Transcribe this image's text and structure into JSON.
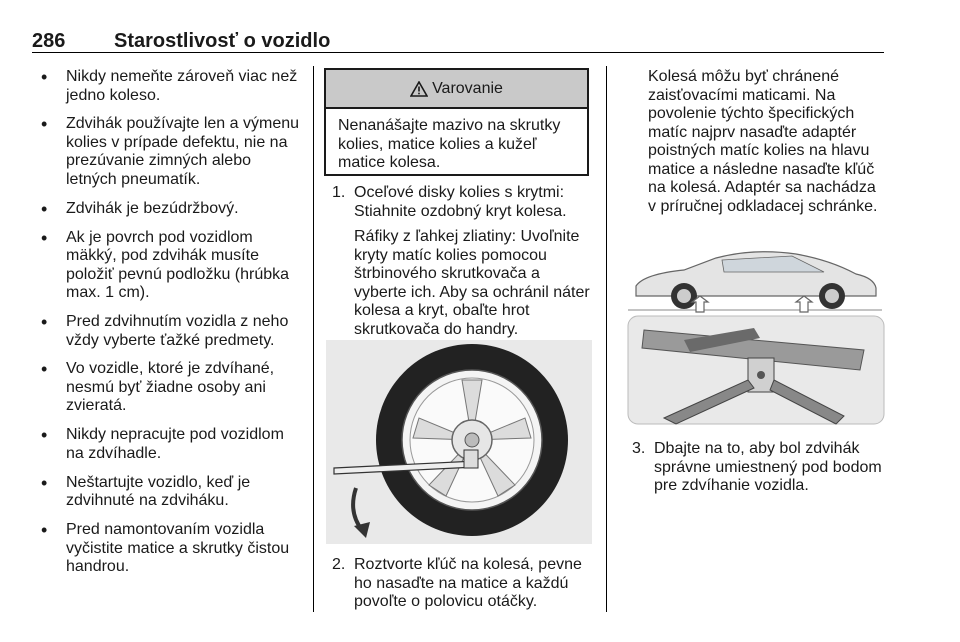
{
  "header": {
    "page_number": "286",
    "title": "Starostlivosť o vozidlo"
  },
  "left_bullets": [
    "Nikdy nemeňte zároveň viac než jedno koleso.",
    "Zdvihák používajte len a výmenu kolies v prípade defektu, nie na prezúvanie zimných alebo letných pneumatík.",
    "Zdvihák je bezúdržbový.",
    "Ak je povrch pod vozidlom mäkký, pod zdvihák musíte položiť pevnú podložku (hrúbka max. 1 cm).",
    "Pred zdvihnutím vozidla z neho vždy vyberte ťažké predmety.",
    "Vo vozidle, ktoré je zdvíhané, nesmú byť žiadne osoby ani zvieratá.",
    "Nikdy nepracujte pod vozidlom na zdvíhadle.",
    "Neštartujte vozidlo, keď je zdvihnuté na zdviháku.",
    "Pred namontovaním vozidla vyčistite matice a skrutky čistou handrou."
  ],
  "warning": {
    "title": "Varovanie",
    "text": "Nenanášajte mazivo na skrutky kolies, matice kolies a kužeľ matice kolesa."
  },
  "steps": {
    "s1": {
      "num": "1.",
      "text": "Oceľové disky kolies s krytmi: Stiahnite ozdobný kryt kolesa.",
      "sub": "Ráfiky z ľahkej zliatiny: Uvoľnite kryty matíc kolies pomocou štrbinového skrutkovača a vyberte ich. Aby sa ochránil náter kolesa a kryt, obaľte hrot skrutkovača do handry."
    },
    "s2": {
      "num": "2.",
      "text": "Roztvorte kľúč na kolesá, pevne ho nasaďte na matice a každú povoľte o polovicu otáčky."
    },
    "right_intro": "Kolesá môžu byť chránené zaisťovacími maticami. Na povolenie týchto špecifických matíc najprv nasaďte adaptér poistných matíc kolies na hlavu matice a následne nasaďte kľúč na kolesá. Adaptér sa nachádza v príručnej odkladacej schránke.",
    "s3": {
      "num": "3.",
      "text": "Dbajte na to, aby bol zdvihák správne umiestnený pod bodom pre zdvíhanie vozidla."
    }
  },
  "colors": {
    "warning_head": "#c9c9c9",
    "figure_bg": "#e9e9e9"
  },
  "icons": {
    "warning": "warning-triangle-icon"
  }
}
